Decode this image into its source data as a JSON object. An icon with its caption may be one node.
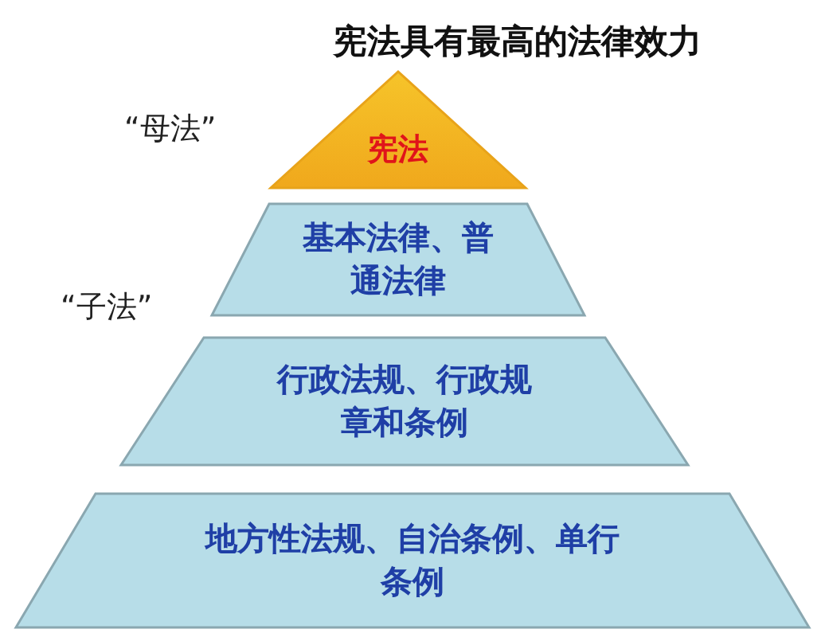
{
  "diagram": {
    "title": "宪法具有最高的法律效力",
    "nodes": [
      {
        "text": [
          "宪法"
        ]
      },
      {
        "text": [
          "基本法律、普通法律"
        ]
      },
      {
        "text": [
          "行政法规、行政规章和条例"
        ]
      },
      {
        "text": [
          "地方性法规、自治条例、单行条例"
        ]
      }
    ],
    "labels": [
      "“母法”",
      "“子法”"
    ]
  }
}
